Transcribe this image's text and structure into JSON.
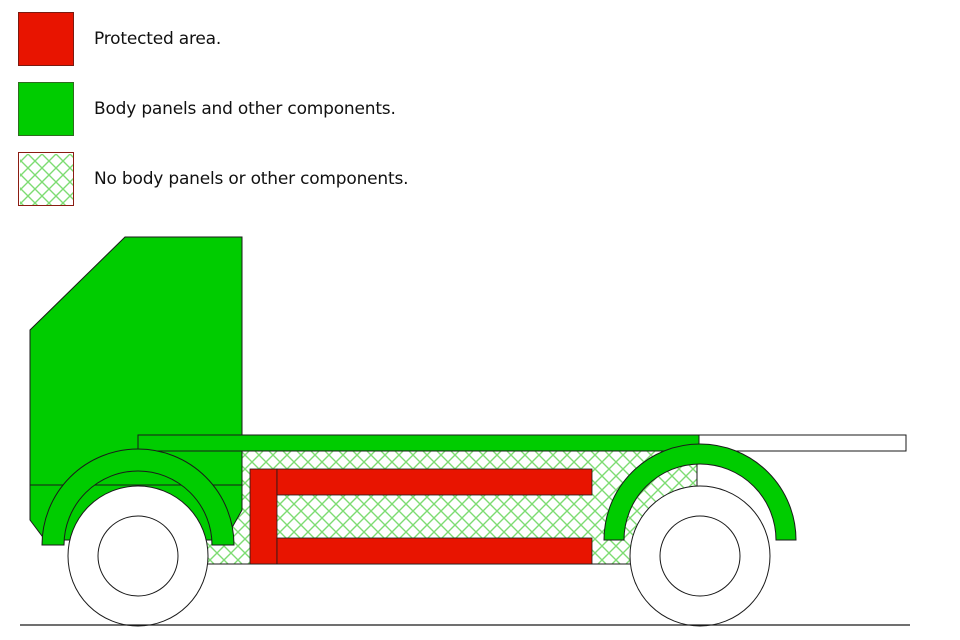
{
  "legend": {
    "items": [
      {
        "label": "Protected area.",
        "swatch": "solid-red"
      },
      {
        "label": "Body panels and other components.",
        "swatch": "solid-green"
      },
      {
        "label": "No body panels or other components.",
        "swatch": "hatched-green"
      }
    ]
  },
  "colors": {
    "protected_red": "#e81400",
    "panel_green": "#00cc00",
    "hatch_green": "#7ddc72",
    "outline": "#1a1a1a"
  }
}
